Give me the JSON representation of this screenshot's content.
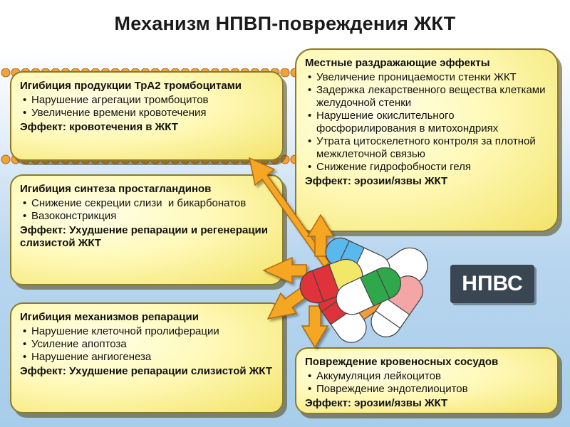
{
  "title": "Механизм НПВП-повреждения ЖКТ",
  "drug_label": "НПВС",
  "boxes": {
    "platelet": {
      "head": "Игибиция продукции ТрА2 тромбоцитами",
      "items": [
        "Нарушение агрегации тромбоцитов",
        "Увеличение времени кровотечения"
      ],
      "effect": "Эффект: кровотечения в ЖКТ"
    },
    "prostaglandin": {
      "head": "Игибиция синтеза простагландинов",
      "items": [
        "Снижение секреции слизи  и бикарбонатов",
        "Вазоконстрикция"
      ],
      "effect": "Эффект: Ухудшение репарации и регенерации слизистой ЖКТ"
    },
    "repair": {
      "head": "Игибиция механизмов репарации",
      "items": [
        "Нарушение клеточной пролиферации",
        "Усиление апоптоза",
        "Нарушение ангиогенеза"
      ],
      "effect": "Эффект: Ухудшение репарации слизистой ЖКТ"
    },
    "local": {
      "head": "Местные раздражающие эффекты",
      "items": [
        "Увеличение проницаемости стенки ЖКТ",
        "Задержка лекарственного вещества клетками желудочной стенки",
        "Нарушение окислительного фосфорилирования в митохондриях",
        "Утрата цитоскелетного контроля за плотной межклеточной связью",
        "Снижение гидрофобности геля"
      ],
      "effect": "Эффект: эрозии/язвы ЖКТ"
    },
    "vessel": {
      "head": "Повреждение кровеносных сосудов",
      "items": [
        "Аккумуляция лейкоцитов",
        "Повреждение эндотелиоцитов"
      ],
      "effect": "Эффект: эрозии/язвы ЖКТ"
    }
  },
  "colors": {
    "arrow": "#f5a623",
    "box_fill": "#fff6a8",
    "capsule_orange": "#f39a3a",
    "capsule_red": "#e0323a",
    "capsule_green": "#2ea84a",
    "capsule_blue": "#5ab8ee",
    "capsule_pink": "#f4a6a6",
    "label_bg": "#3a4652"
  }
}
